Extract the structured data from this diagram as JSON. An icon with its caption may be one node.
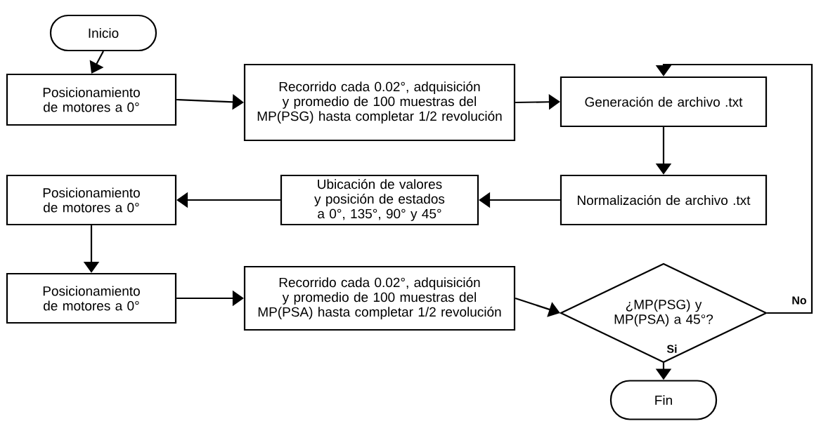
{
  "diagram": {
    "nodes": [
      {
        "text": [
          "Inicio"
        ]
      },
      {
        "text": [
          "Posicionamiento de motores a 0°"
        ]
      },
      {
        "text": [
          "Recorrido cada 0.02°, adquisición y promedio de 100 muestras del MP(PSG) hasta completar 1/2 revolución"
        ]
      },
      {
        "text": [
          "Generación de archivo .txt"
        ]
      },
      {
        "text": [
          "Normalización de archivo .txt"
        ]
      },
      {
        "text": [
          "Ubicación de valores y posición de estados a 0°, 135°, 90° y 45°"
        ]
      },
      {
        "text": [
          "Posicionamiento de motores a 0°"
        ]
      },
      {
        "text": [
          "Posicionamiento de motores a 0°"
        ]
      },
      {
        "text": [
          "Recorrido cada 0.02°, adquisición y promedio de 100 muestras del MP(PSA) hasta completar 1/2 revolución"
        ]
      },
      {
        "text": [
          "¿MP(PSG) y MP(PSA) a 45°?"
        ]
      },
      {
        "text": [
          "Fin"
        ]
      }
    ],
    "edges": [
      {
        "from": 0,
        "to": 1,
        "arrow": "to"
      },
      {
        "from": 1,
        "to": 2,
        "arrow": "to"
      },
      {
        "from": 2,
        "to": 3,
        "arrow": "to"
      },
      {
        "from": 3,
        "to": 4,
        "arrow": "to"
      },
      {
        "from": 4,
        "to": 5,
        "arrow": "to"
      },
      {
        "from": 5,
        "to": 6,
        "arrow": "to"
      },
      {
        "from": 6,
        "to": 7,
        "arrow": "to"
      },
      {
        "from": 7,
        "to": 8,
        "arrow": "to"
      },
      {
        "from": 8,
        "to": 9,
        "arrow": "to"
      },
      {
        "from": 9,
        "to": 3,
        "arrow": "to",
        "label": "No"
      },
      {
        "from": 9,
        "to": 10,
        "arrow": "to",
        "label": "Si"
      }
    ]
  }
}
